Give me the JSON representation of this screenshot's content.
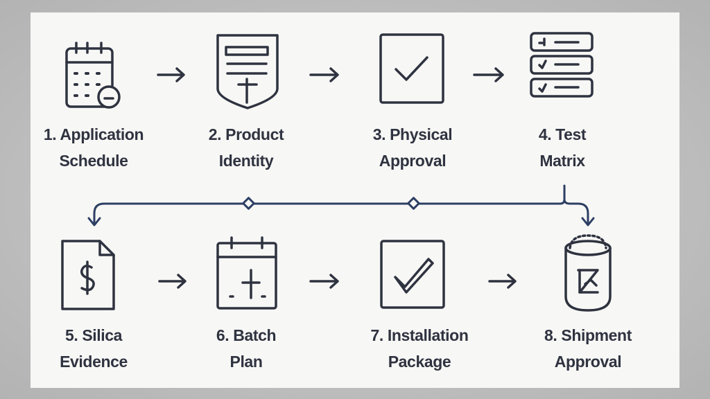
{
  "colors": {
    "ink": "#2f3340",
    "connector": "#2c3e63",
    "card": "#f7f7f5",
    "backdrop": "#bdbdbd"
  },
  "steps": [
    {
      "num": "1.",
      "line1": "1. Application",
      "line2": "Schedule",
      "icon": "calendar-clock-icon"
    },
    {
      "num": "2.",
      "line1": "2. Product",
      "line2": "Identity",
      "icon": "shield-document-icon"
    },
    {
      "num": "3.",
      "line1": "3. Physical",
      "line2": "Approval",
      "icon": "checkbox-icon"
    },
    {
      "num": "4.",
      "line1": "4. Test",
      "line2": "Matrix",
      "icon": "checklist-icon"
    },
    {
      "num": "5.",
      "line1": "5. Silica",
      "line2": "Evidence",
      "icon": "dollar-document-icon"
    },
    {
      "num": "6.",
      "line1": "6. Batch",
      "line2": "Plan",
      "icon": "calendar-plan-icon"
    },
    {
      "num": "7.",
      "line1": "7. Installation",
      "line2": "Package",
      "icon": "checked-box-icon"
    },
    {
      "num": "8.",
      "line1": "8. Shipment",
      "line2": "Approval",
      "icon": "sealed-jar-icon"
    }
  ]
}
